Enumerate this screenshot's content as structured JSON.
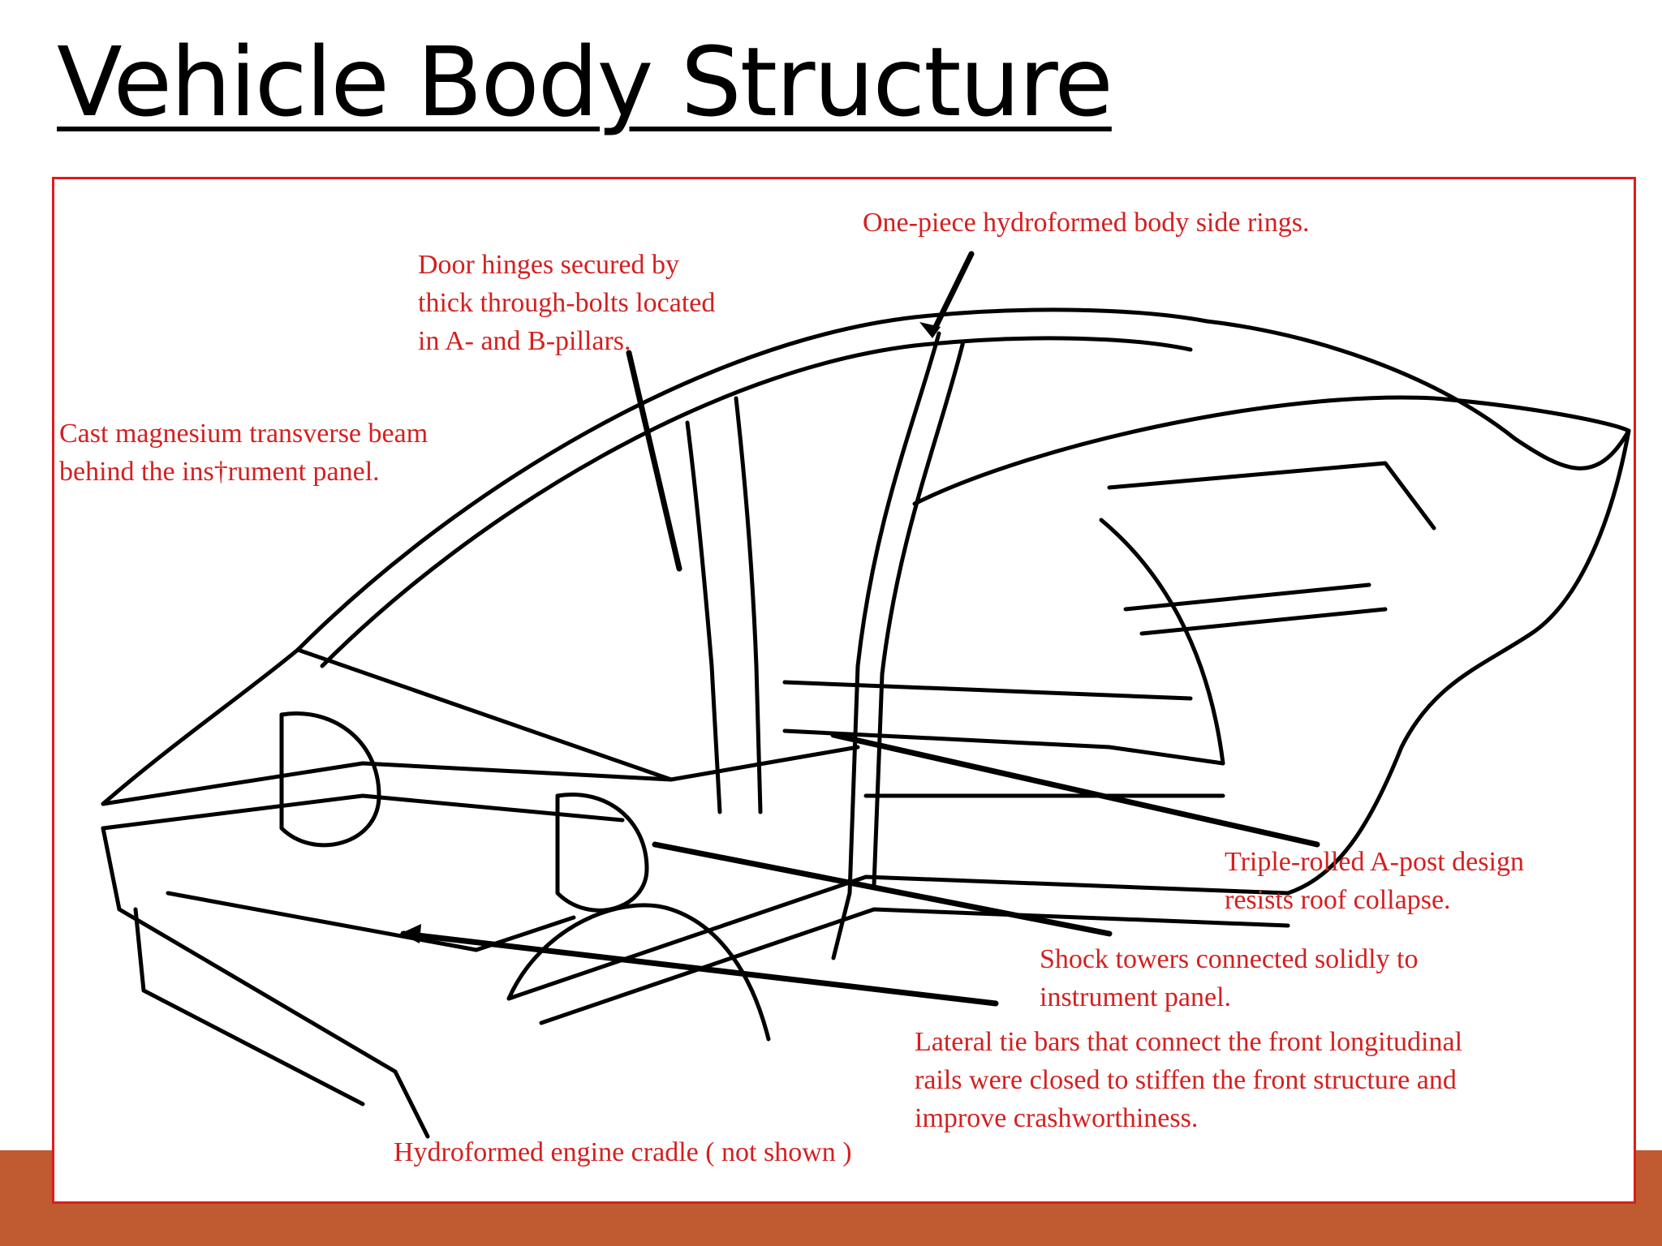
{
  "slide": {
    "title": "Vehicle Body Structure"
  },
  "callouts": {
    "body_side_rings": "One-piece hydroformed body side rings.",
    "door_hinges": "Door hinges secured by\nthick through-bolts located\nin A- and B-pillars.",
    "magnesium_beam": "Cast magnesium transverse beam\nbehind the ins†rument panel.",
    "a_post": "Triple-rolled A-post design\nresists roof collapse.",
    "shock_towers": "Shock towers connected solidly to\ninstrument panel.",
    "tie_bars": "Lateral tie bars that connect the front longitudinal\nrails were closed to stiffen the front structure and\nimprove crashworthiness.",
    "engine_cradle": "Hydroformed engine cradle ( not shown )"
  },
  "colors": {
    "callout_text": "#d42020",
    "frame_border": "#e01b1b",
    "band_dark": "#bf5a31",
    "band_light": "#e3923d"
  }
}
